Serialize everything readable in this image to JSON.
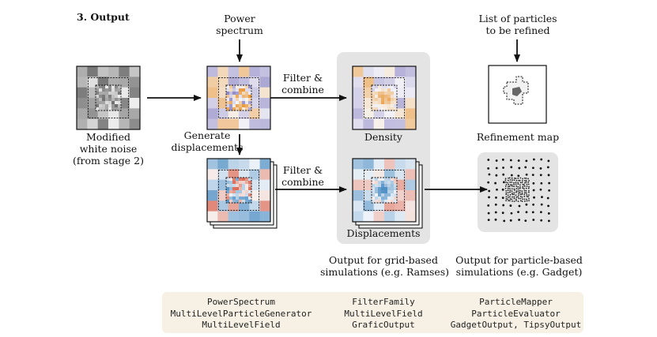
{
  "section_title": "3. Output",
  "labels": {
    "power_spectrum": [
      "Power",
      "spectrum"
    ],
    "modified_white_noise": [
      "Modified",
      "white noise",
      "(from stage 2)"
    ],
    "generate_displacements": [
      "Generate",
      "displacements"
    ],
    "filter_combine_top": [
      "Filter &",
      "combine"
    ],
    "filter_combine_bottom": [
      "Filter &",
      "combine"
    ],
    "density": "Density",
    "displacements": "Displacements",
    "list_of_particles": [
      "List of particles",
      "to be refined"
    ],
    "refinement_map": "Refinement map",
    "output_grid": [
      "Output for grid-based",
      "simulations (e.g. Ramses)"
    ],
    "output_particle": [
      "Output for particle-based",
      "simulations (e.g. Gadget)"
    ]
  },
  "code_columns": [
    [
      "PowerSpectrum",
      "MultiLevelParticleGenerator",
      "MultiLevelField"
    ],
    [
      "FilterFamily",
      "MultiLevelField",
      "GraficOutput"
    ],
    [
      "ParticleMapper",
      "ParticleEvaluator",
      "GadgetOutput, TipsyOutput"
    ]
  ],
  "colors": {
    "gray_panel": "#e4e4e4",
    "code_panel": "#f6f1e4",
    "orange": "#e8973a",
    "purple": "#8e88c4",
    "red": "#d9624d",
    "blue": "#4e8fc4"
  }
}
